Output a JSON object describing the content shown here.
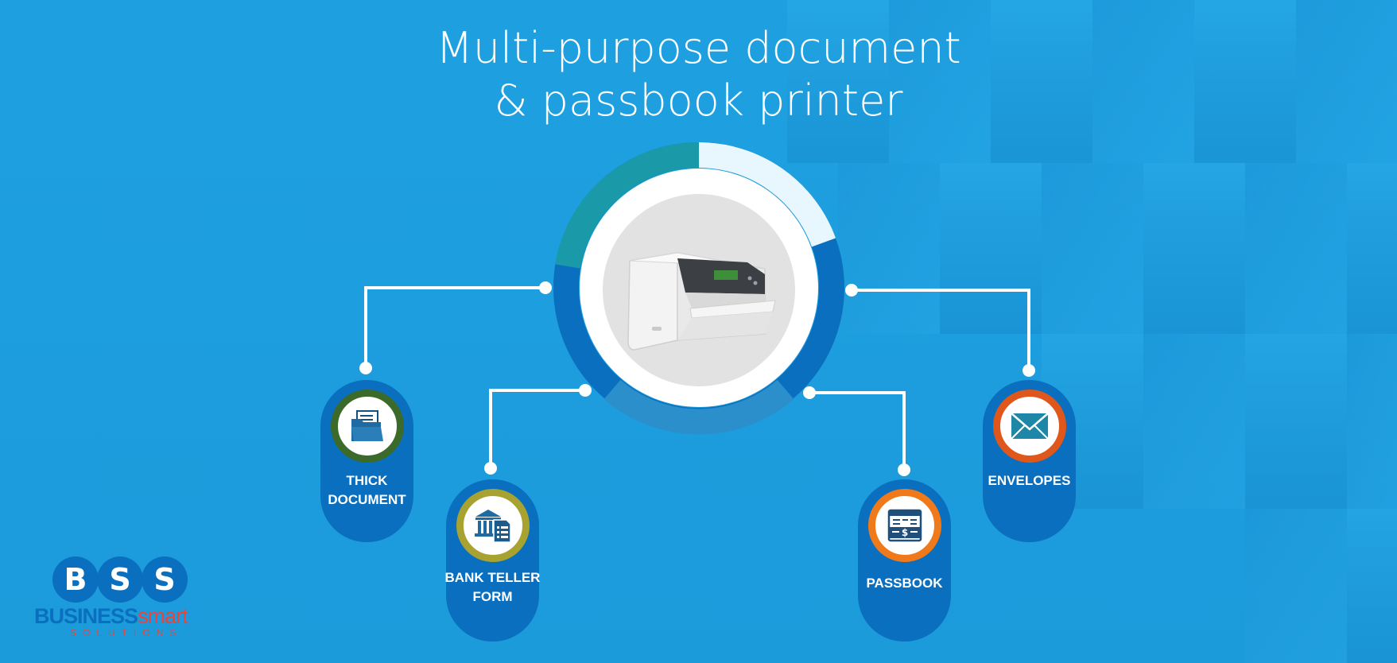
{
  "title": {
    "line1": "Multi-purpose document",
    "line2": "& passbook printer"
  },
  "center": {
    "image": "dot-matrix-passbook-printer"
  },
  "colors": {
    "background": "#1ea0e0",
    "pill": "#0b6fbf",
    "connector": "#ffffff",
    "ring_teal": "#1a9aa8",
    "ring_light": "#e8f6fd",
    "ring_blue": "#0b6fbf",
    "ring_mid": "#2a8fcb"
  },
  "items": [
    {
      "line1": "THICK",
      "line2": "DOCUMENT",
      "icon": "folder-documents-icon",
      "ring_color": "#3b6a2a"
    },
    {
      "line1": "BANK TELLER",
      "line2": "FORM",
      "icon": "bank-form-icon",
      "ring_color": "#a8a330"
    },
    {
      "line1": "PASSBOOK",
      "line2": "",
      "icon": "passbook-icon",
      "ring_color": "#f07a1a"
    },
    {
      "line1": "ENVELOPES",
      "line2": "",
      "icon": "envelope-icon",
      "ring_color": "#e0571c"
    }
  ],
  "logo": {
    "letters": [
      "B",
      "S",
      "S"
    ],
    "word_part1": "BUSINESS",
    "word_part2": "smart",
    "subtitle": "SOLUTIONS"
  }
}
